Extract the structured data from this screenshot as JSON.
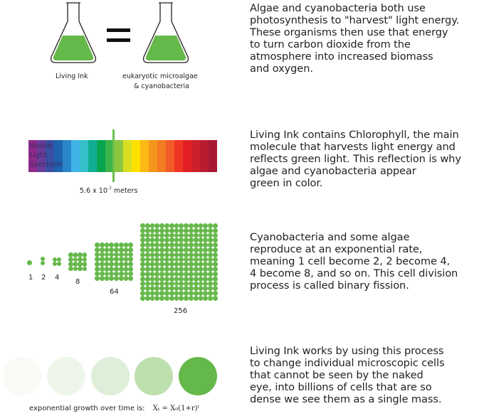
{
  "section1": {
    "flask_left_label": "Living Ink",
    "equals_sign": "=",
    "flask_right_label_line1": "eukaryotic microalgae",
    "flask_right_label_line2": "& cyanobacteria",
    "paragraph": "Algae and cyanobacteria both use\nphotosynthesis to \"harvest\" light energy.\nThese organisms then use that energy\nto turn carbon dioxide from the\natmosphere into increased biomass\nand oxygen."
  },
  "section2": {
    "spectrum_label": "Visible\nLight\nSpectrum",
    "wavelength_base": "5.6 x 10",
    "wavelength_exp": "-7",
    "wavelength_unit": " meters",
    "bands": [
      "#8e2a8c",
      "#6a3d9a",
      "#3a4fa2",
      "#1e63b0",
      "#2a86c8",
      "#3fb3e6",
      "#35c1c9",
      "#0fae92",
      "#07a550",
      "#3bb54a",
      "#8cc63f",
      "#d7df23",
      "#fde000",
      "#fcb813",
      "#f7941d",
      "#f47b20",
      "#f15a29",
      "#ee3524",
      "#e31e26",
      "#cc1f2a",
      "#b81c2e",
      "#a71932"
    ],
    "marker_color": "#6cc04a",
    "paragraph": "Living Ink contains Chlorophyll, the main\nmolecule that harvests light energy and\nreflects green light.  This reflection is why\nalgae and cyanobacteria appear\ngreen in color."
  },
  "section3": {
    "cell_groups": [
      {
        "label": "1"
      },
      {
        "label": "2"
      },
      {
        "label": "4"
      },
      {
        "label": "8"
      },
      {
        "label": "64"
      },
      {
        "label": "256"
      }
    ],
    "paragraph": "Cyanobacteria and some algae\nreproduce at an exponential rate,\nmeaning 1 cell become 2, 2 become 4,\n4 become 8, and so on.  This cell division\nprocess is called binary fission."
  },
  "section4": {
    "circle_opacities": [
      "#f8faf6",
      "#eef6ea",
      "#dfeed8",
      "#bedfae",
      "#65b84a"
    ],
    "formula_prefix": "exponential growth over time is:",
    "formula": "Xₜ = X₀(1+r)ᵗ",
    "paragraph": "Living Ink works by using this process\nto change individual microscopic cells\nthat cannot be seen by the naked\neye, into billions of cells that are so\ndense we see them as a single mass."
  },
  "colors": {
    "green": "#65b84a",
    "text": "#231f20"
  }
}
